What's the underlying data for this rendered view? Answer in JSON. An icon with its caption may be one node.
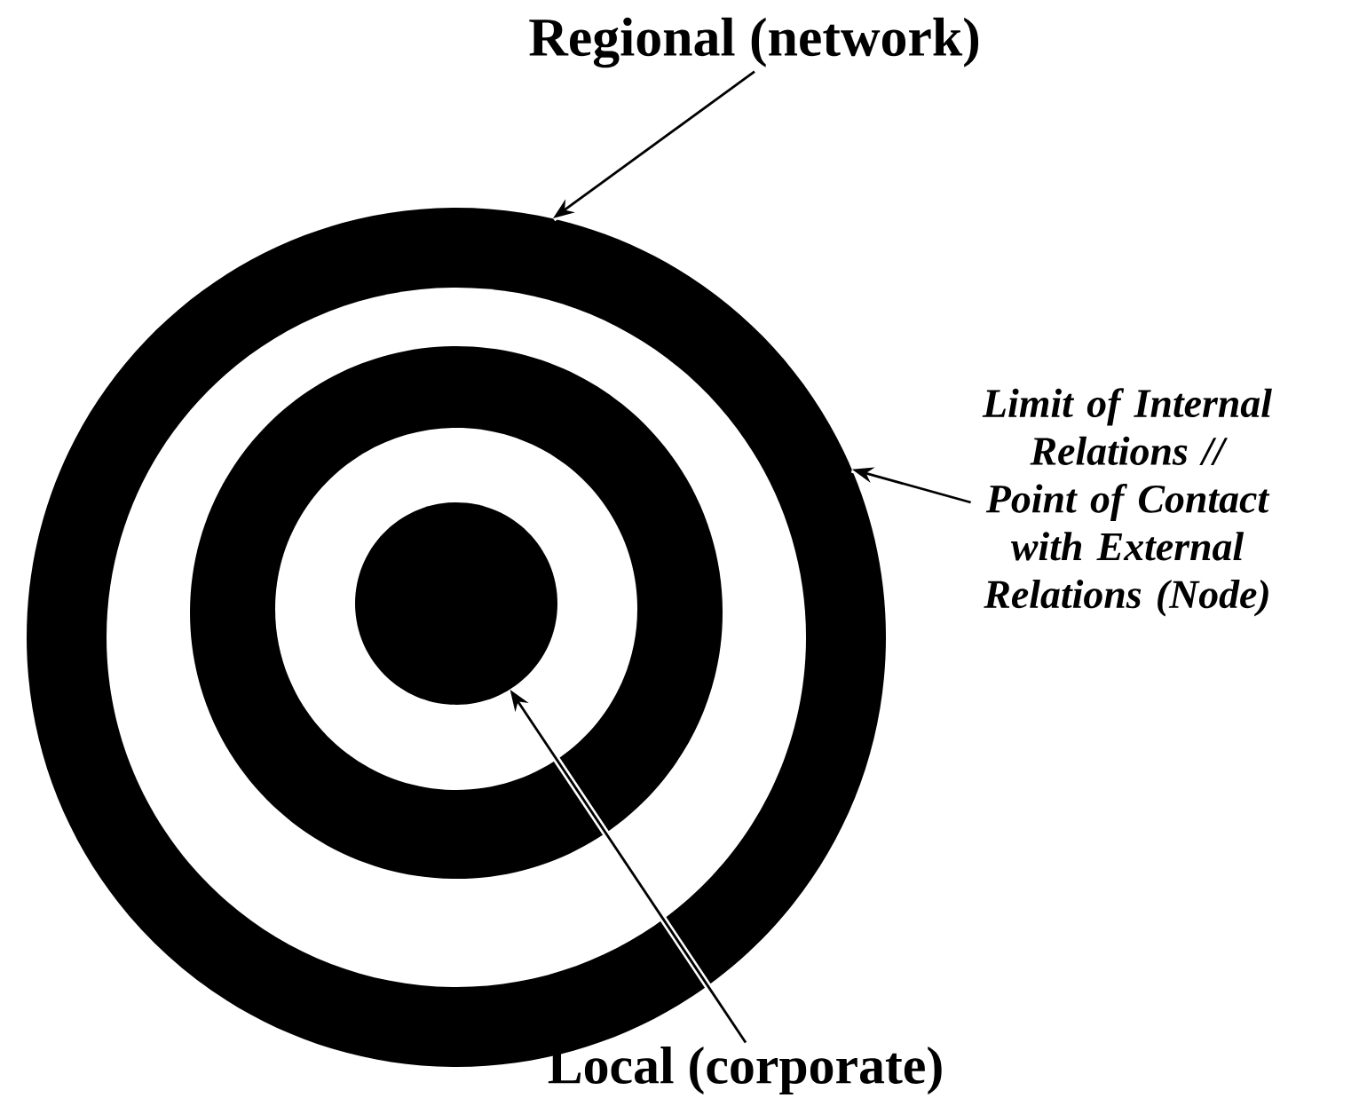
{
  "diagram": {
    "nodes": [
      {
        "text": [
          "Regional (network)"
        ]
      },
      {
        "text": [
          "Limit of Internal Relations // Point of Contact with External Relations (Node)"
        ]
      },
      {
        "text": [
          "Local (corporate)"
        ]
      },
      {
        "text": [],
        "shape": "circle"
      },
      {
        "text": [],
        "shape": "circle",
        "in": 3
      },
      {
        "text": [],
        "shape": "circle",
        "in": 4
      }
    ],
    "edges": [
      {
        "from": 0,
        "to": 3,
        "arrow": "to"
      },
      {
        "from": 1,
        "to": 3,
        "arrow": "to"
      },
      {
        "from": 2,
        "to": 5,
        "arrow": "to"
      }
    ]
  }
}
